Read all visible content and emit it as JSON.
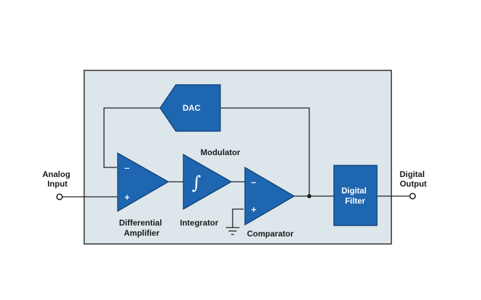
{
  "labels": {
    "analog_input": [
      "Analog",
      "Input"
    ],
    "digital_output": [
      "Digital",
      "Output"
    ],
    "dac": "DAC",
    "modulator": "Modulator",
    "differential_amplifier": [
      "Differential",
      "Amplifier"
    ],
    "integrator": "Integrator",
    "integrator_symbol": "∫",
    "comparator": "Comparator",
    "digital_filter": [
      "Digital",
      "Filter"
    ],
    "minus": "–",
    "plus": "+"
  },
  "colors": {
    "block_fill": "#1f66b0",
    "block_stroke": "#0d3e73",
    "panel_fill": "#dde6ea",
    "wire": "#1a1a1a"
  },
  "icons": {
    "input_terminal": "circle-terminal-icon",
    "output_terminal": "circle-terminal-icon",
    "ground": "ground-icon",
    "junction": "junction-dot-icon"
  }
}
